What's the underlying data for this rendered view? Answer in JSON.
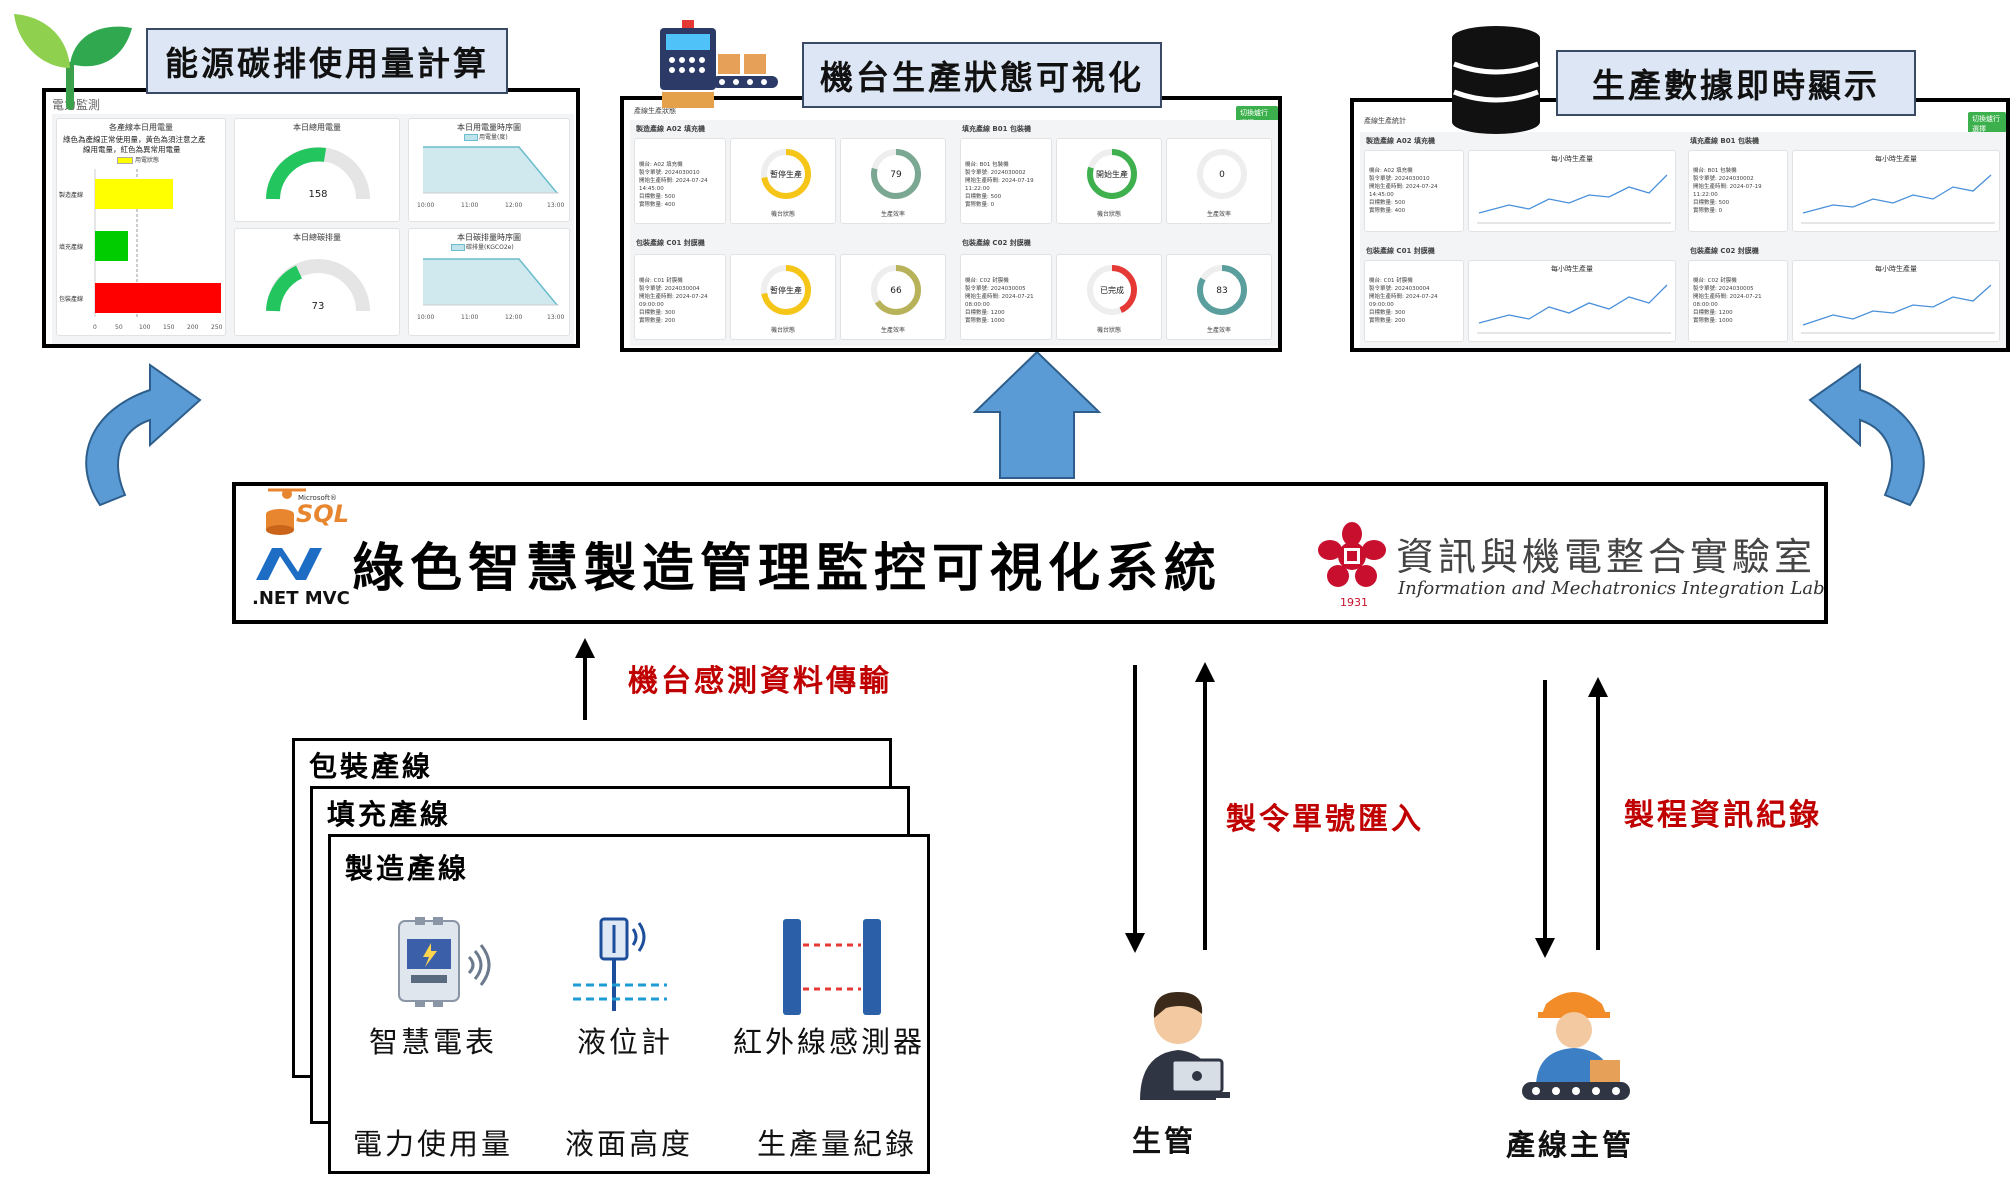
{
  "panels": {
    "energy": {
      "label": "能源碳排使用量計算",
      "header": "電力監測",
      "bar_card": {
        "title": "各產線本日用電量",
        "desc1": "綠色為產線正常使用量，黃色為須注意之產",
        "desc2": "線用電量，紅色為異常用電量",
        "legend": "用電狀態",
        "lines": [
          "製造產線",
          "填充產線",
          "包裝產線"
        ],
        "ticks": [
          "0",
          "50",
          "100",
          "150",
          "200",
          "250"
        ]
      },
      "gauge1": {
        "title": "本日總用電量",
        "value": "158"
      },
      "gauge2": {
        "title": "本日總碳排量",
        "value": "73"
      },
      "line1": {
        "title": "本日用電量時序圖",
        "legend": "用電量(度)",
        "x": [
          "10:00",
          "11:00",
          "12:00",
          "13:00"
        ]
      },
      "line2": {
        "title": "本日碳排量時序圖",
        "legend": "碳排量(KGCO2e)",
        "x": [
          "10:00",
          "11:00",
          "12:00",
          "13:00"
        ]
      }
    },
    "machine": {
      "label": "機台生產狀態可視化",
      "header": "產線生產狀態",
      "button": "切換爐行選擇",
      "cards": [
        {
          "title": "製造產線 A02 填充機",
          "status": "暫停生產",
          "rate": "79",
          "status_cap": "機台狀態",
          "rate_cap": "生產效率",
          "info": [
            "機台: A02 填充機",
            "製令單號: 2024030010",
            "開始生產時間: 2024-07-24 14:45:00",
            "目標數量: 500",
            "實際數量: 400"
          ]
        },
        {
          "title": "填充產線 B01 包裝機",
          "status": "開始生產",
          "rate": "0",
          "status_cap": "機台狀態",
          "rate_cap": "生產效率",
          "info": [
            "機台: B01 包裝機",
            "製令單號: 2024030002",
            "開始生產時間: 2024-07-19 11:22:00",
            "目標數量: 500",
            "實際數量: 0"
          ]
        },
        {
          "title": "包裝產線 C01 封膜機",
          "status": "暫停生產",
          "rate": "66",
          "status_cap": "機台狀態",
          "rate_cap": "生產效率",
          "info": [
            "機台: C01 封膜機",
            "製令單號: 2024030004",
            "開始生產時間: 2024-07-24 09:00:00",
            "目標數量: 300",
            "實際數量: 200"
          ]
        },
        {
          "title": "包裝產線 C02 封膜機",
          "status": "已完成",
          "rate": "83",
          "status_cap": "機台狀態",
          "rate_cap": "生產效率",
          "info": [
            "機台: C02 封膜機",
            "製令單號: 2024030005",
            "開始生產時間: 2024-07-21 08:00:00",
            "目標數量: 1200",
            "實際數量: 1000"
          ]
        }
      ]
    },
    "data": {
      "label": "生產數據即時顯示",
      "header": "產線生產統計",
      "button": "切換爐行選擇",
      "cards": [
        {
          "title": "製造產線 A02 填充機",
          "chart": "每小時生產量",
          "info": [
            "機台: A02 填充機",
            "製令單號: 2024030010",
            "開始生產時間: 2024-07-24 14:45:00",
            "目標數量: 500",
            "實際數量: 400"
          ]
        },
        {
          "title": "填充產線 B01 包裝機",
          "chart": "每小時生產量",
          "info": [
            "機台: B01 包裝機",
            "製令單號: 2024030002",
            "開始生產時間: 2024-07-19 11:22:00",
            "目標數量: 500",
            "實際數量: 0"
          ]
        },
        {
          "title": "包裝產線 C01 封膜機",
          "chart": "每小時生產量",
          "info": [
            "機台: C01 封膜機",
            "製令單號: 2024030004",
            "開始生產時間: 2024-07-24 09:00:00",
            "目標數量: 300",
            "實際數量: 200"
          ]
        },
        {
          "title": "包裝產線 C02 封膜機",
          "chart": "每小時生產量",
          "info": [
            "機台: C02 封膜機",
            "製令單號: 2024030005",
            "開始生產時間: 2024-07-21 08:00:00",
            "目標數量: 1200",
            "實際數量: 1000"
          ]
        }
      ]
    }
  },
  "system": {
    "title": "綠色智慧製造管理監控可視化系統",
    "sql_top": "Microsoft®",
    "sql_logo": "SQL",
    "net_logo": ".NET MVC",
    "lab_cn": "資訊與機電整合實驗室",
    "lab_en": "Information and Mechatronics Integration Lab",
    "lab_year": "1931"
  },
  "flows": {
    "sensor_transfer": "機台感測資料傳輸",
    "order_import": "製令單號匯入",
    "process_record": "製程資訊紀錄"
  },
  "lines": {
    "sheet_back": "包裝產線",
    "sheet_mid": "填充產線",
    "sheet_front": "製造產線",
    "sensors": [
      {
        "name": "智慧電表",
        "measure": "電力使用量",
        "icon": "smart-meter-icon"
      },
      {
        "name": "液位計",
        "measure": "液面高度",
        "icon": "level-gauge-icon"
      },
      {
        "name": "紅外線感測器",
        "measure": "生產量紀錄",
        "icon": "infrared-sensor-icon"
      }
    ]
  },
  "people": {
    "manager": "生管",
    "supervisor": "產線主管"
  },
  "colors": {
    "label_fill": "#dde6f4",
    "arrow_blue": "#5b9bd5",
    "red_text": "#c00000",
    "gauge_green": "#22c55e",
    "bar_yellow": "#ffff00",
    "bar_green": "#00cc00",
    "bar_red": "#ff0000"
  }
}
